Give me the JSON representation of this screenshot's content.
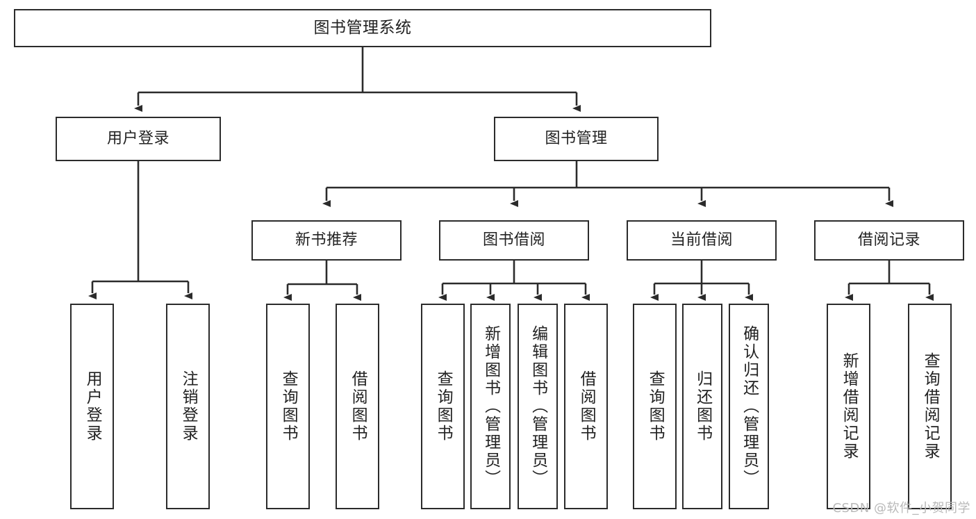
{
  "diagram": {
    "title": "图书管理系统",
    "watermark": "CSDN @软件_小贺同学",
    "colors": {
      "box_border": "#2b2b2b",
      "box_fill": "#ffffff",
      "line": "#2b2b2b",
      "text": "#222222",
      "watermark": "#b9b9b9"
    },
    "levels": {
      "root": {
        "label": "图书管理系统"
      },
      "level2": [
        {
          "label": "用户登录"
        },
        {
          "label": "图书管理"
        }
      ],
      "level3": [
        {
          "label": "新书推荐"
        },
        {
          "label": "图书借阅"
        },
        {
          "label": "当前借阅"
        },
        {
          "label": "借阅记录"
        }
      ],
      "leaves": {
        "user_login": [
          {
            "label": "用户登录"
          },
          {
            "label": "注销登录"
          }
        ],
        "new_book_recommend": [
          {
            "label": "查询图书"
          },
          {
            "label": "借阅图书"
          }
        ],
        "book_borrow": [
          {
            "label": "查询图书"
          },
          {
            "label": "新增图书（管理员）"
          },
          {
            "label": "编辑图书（管理员）"
          },
          {
            "label": "借阅图书"
          }
        ],
        "current_borrow": [
          {
            "label": "查询图书"
          },
          {
            "label": "归还图书"
          },
          {
            "label": "确认归还（管理员）"
          }
        ],
        "borrow_records": [
          {
            "label": "新增借阅记录"
          },
          {
            "label": "查询借阅记录"
          }
        ]
      }
    }
  }
}
